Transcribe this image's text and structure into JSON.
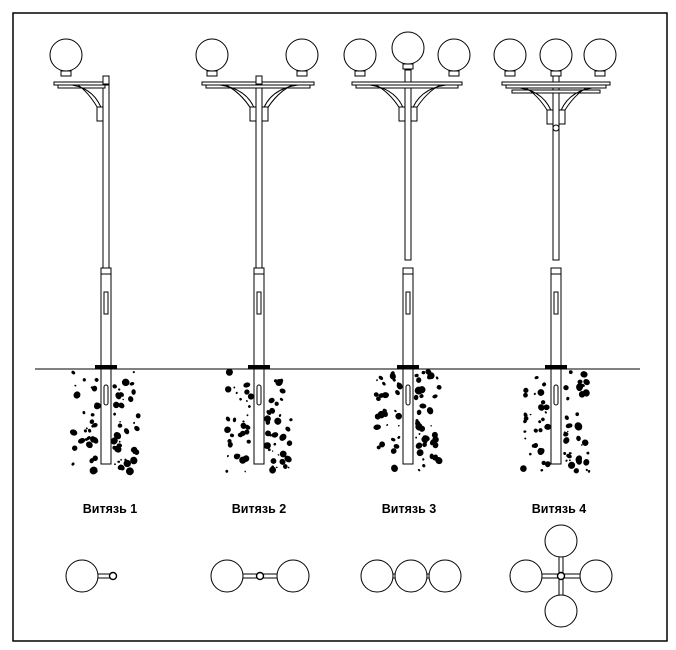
{
  "title": "",
  "variants": [
    {
      "label": "Витязь 1",
      "lamps": 1
    },
    {
      "label": "Витязь 2",
      "lamps": 2
    },
    {
      "label": "Витязь 3",
      "lamps": 3
    },
    {
      "label": "Витязь 4",
      "lamps": 4
    }
  ],
  "colors": {
    "line": "#000000",
    "background": "#ffffff",
    "fill": "#000000"
  }
}
